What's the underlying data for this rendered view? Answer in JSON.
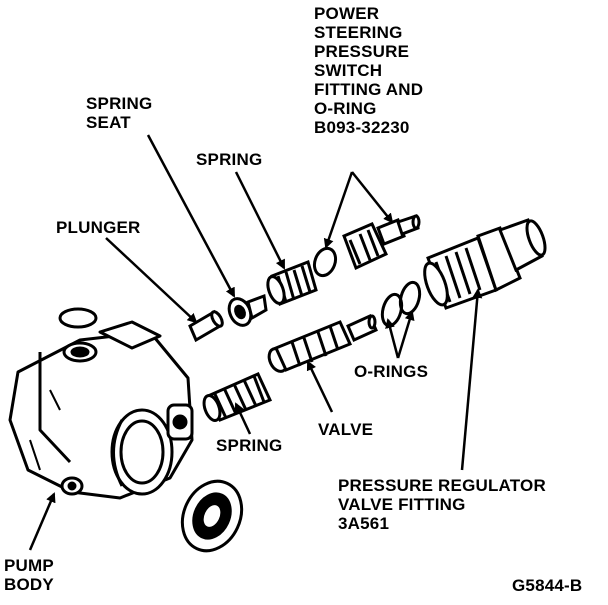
{
  "labels": {
    "power_switch": "POWER\nSTEERING\nPRESSURE\nSWITCH\nFITTING AND\nO-RING\nB093-32230",
    "spring_seat": "SPRING\nSEAT",
    "spring_top": "SPRING",
    "plunger": "PLUNGER",
    "o_rings": "O-RINGS",
    "valve": "VALVE",
    "spring_bottom": "SPRING",
    "regulator": "PRESSURE REGULATOR\nVALVE FITTING\n3A561",
    "pump_body": "PUMP\nBODY",
    "figure_code": "G5844-B"
  },
  "colors": {
    "ink": "#000000",
    "paper": "#ffffff"
  }
}
